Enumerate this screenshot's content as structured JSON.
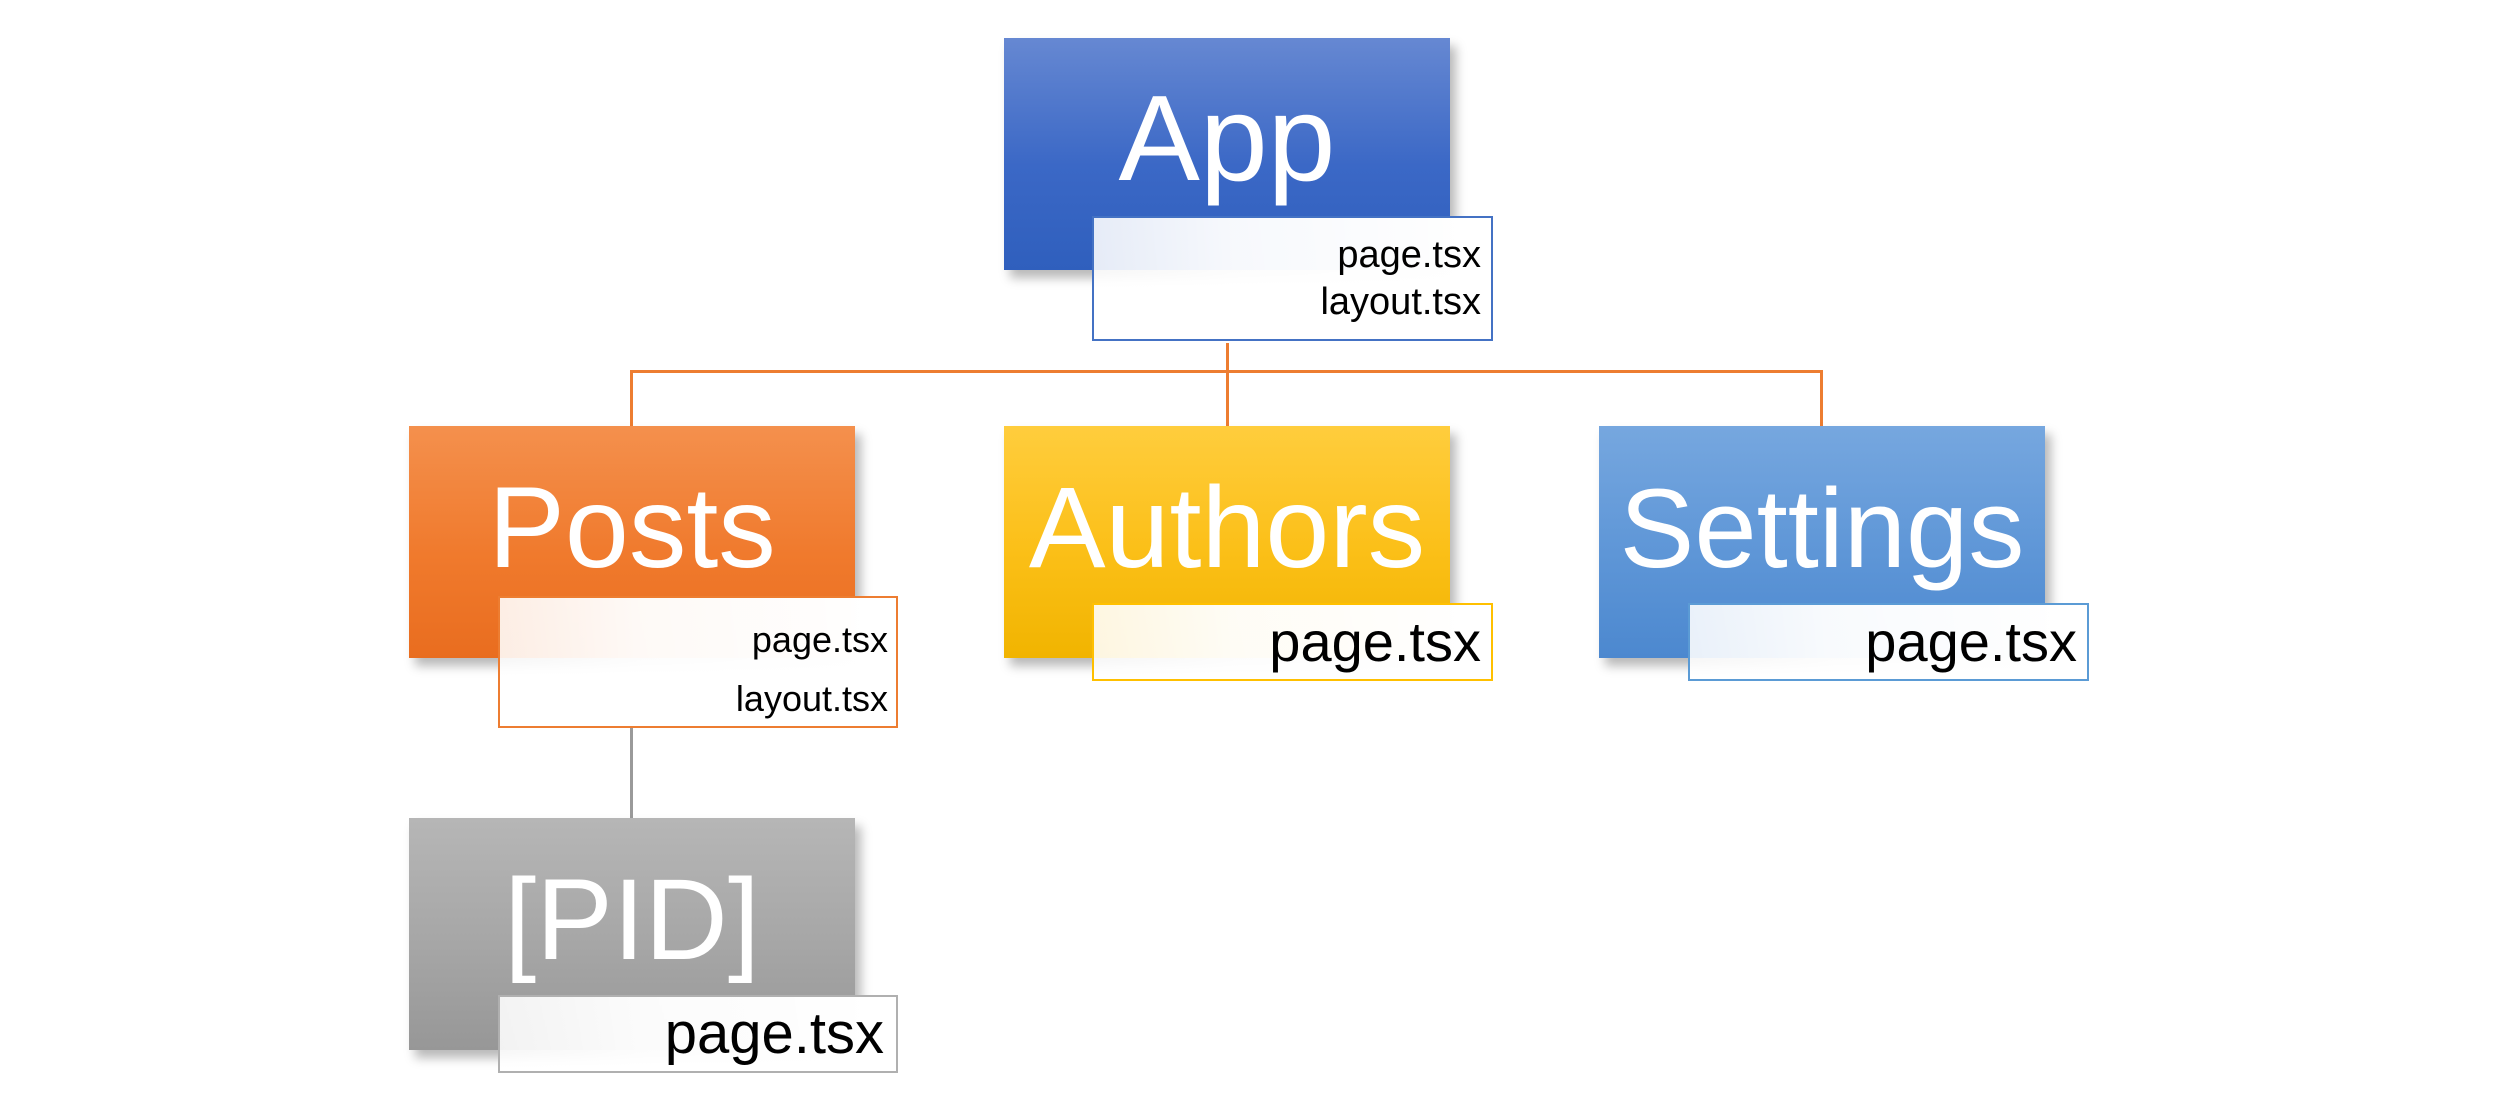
{
  "colors": {
    "connector": "#ED7D31",
    "connector_gray": "#9a9a9a",
    "app": "#4472C4",
    "posts": "#ED7D31",
    "authors": "#FFC000",
    "settings": "#5B9BD5",
    "pid": "#A5A5A5"
  },
  "nodes": {
    "app": {
      "title": "App",
      "files": [
        "page.tsx",
        "layout.tsx"
      ]
    },
    "posts": {
      "title": "Posts",
      "files": [
        "page.tsx",
        "layout.tsx"
      ]
    },
    "authors": {
      "title": "Authors",
      "files": [
        "page.tsx"
      ]
    },
    "settings": {
      "title": "Settings",
      "files": [
        "page.tsx"
      ]
    },
    "pid": {
      "title": "[PID]",
      "files": [
        "page.tsx"
      ]
    }
  }
}
